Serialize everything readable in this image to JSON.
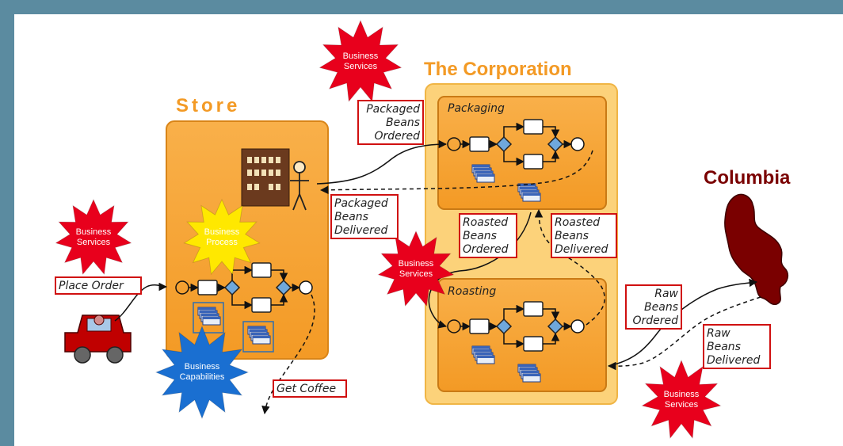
{
  "titles": {
    "store": "Store",
    "corporation": "The Corporation",
    "columbia": "Columbia"
  },
  "subprocesses": {
    "packaging": "Packaging",
    "roasting": "Roasting"
  },
  "bursts": {
    "top": [
      "Business",
      "Services"
    ],
    "left": [
      "Business",
      "Services"
    ],
    "process": [
      "Business",
      "Process"
    ],
    "middle": [
      "Business",
      "Services"
    ],
    "capabilities": [
      "Business",
      "Capabilities"
    ],
    "bottom_right": [
      "Business",
      "Services"
    ]
  },
  "labels": {
    "place_order": [
      "Place Order"
    ],
    "get_coffee": [
      "Get Coffee"
    ],
    "packaged_ordered": [
      "Packaged",
      "Beans",
      "Ordered"
    ],
    "packaged_delivered": [
      "Packaged",
      "Beans",
      "Delivered"
    ],
    "roasted_ordered": [
      "Roasted",
      "Beans",
      "Ordered"
    ],
    "roasted_delivered": [
      "Roasted",
      "Beans",
      "Delivered"
    ],
    "raw_ordered": [
      "Raw",
      "Beans",
      "Ordered"
    ],
    "raw_delivered": [
      "Raw",
      "Beans",
      "Delivered"
    ]
  },
  "colors": {
    "background": "#5b8ba0",
    "orange": "#f7a033",
    "corporation_panel": "#fcd27a",
    "services_burst": "#e8001c",
    "process_burst": "#ffe800",
    "capabilities_burst": "#1a6fd1",
    "columbia": "#7a0000",
    "label_border": "#d01010"
  }
}
